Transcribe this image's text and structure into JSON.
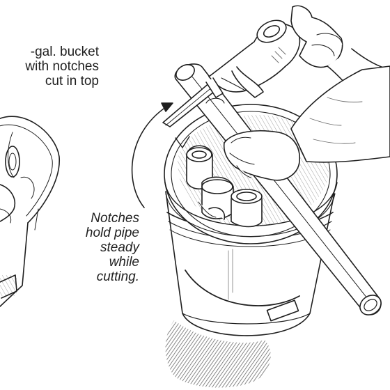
{
  "labels": {
    "bucket": [
      "-gal. bucket",
      "with notches",
      "cut in top"
    ],
    "notches": [
      "Notches",
      "hold pipe",
      "steady",
      "while",
      "cutting."
    ]
  },
  "colors": {
    "ink": "#1f1f1f",
    "shadow": "#6b6b6b",
    "paper": "#ffffff"
  }
}
